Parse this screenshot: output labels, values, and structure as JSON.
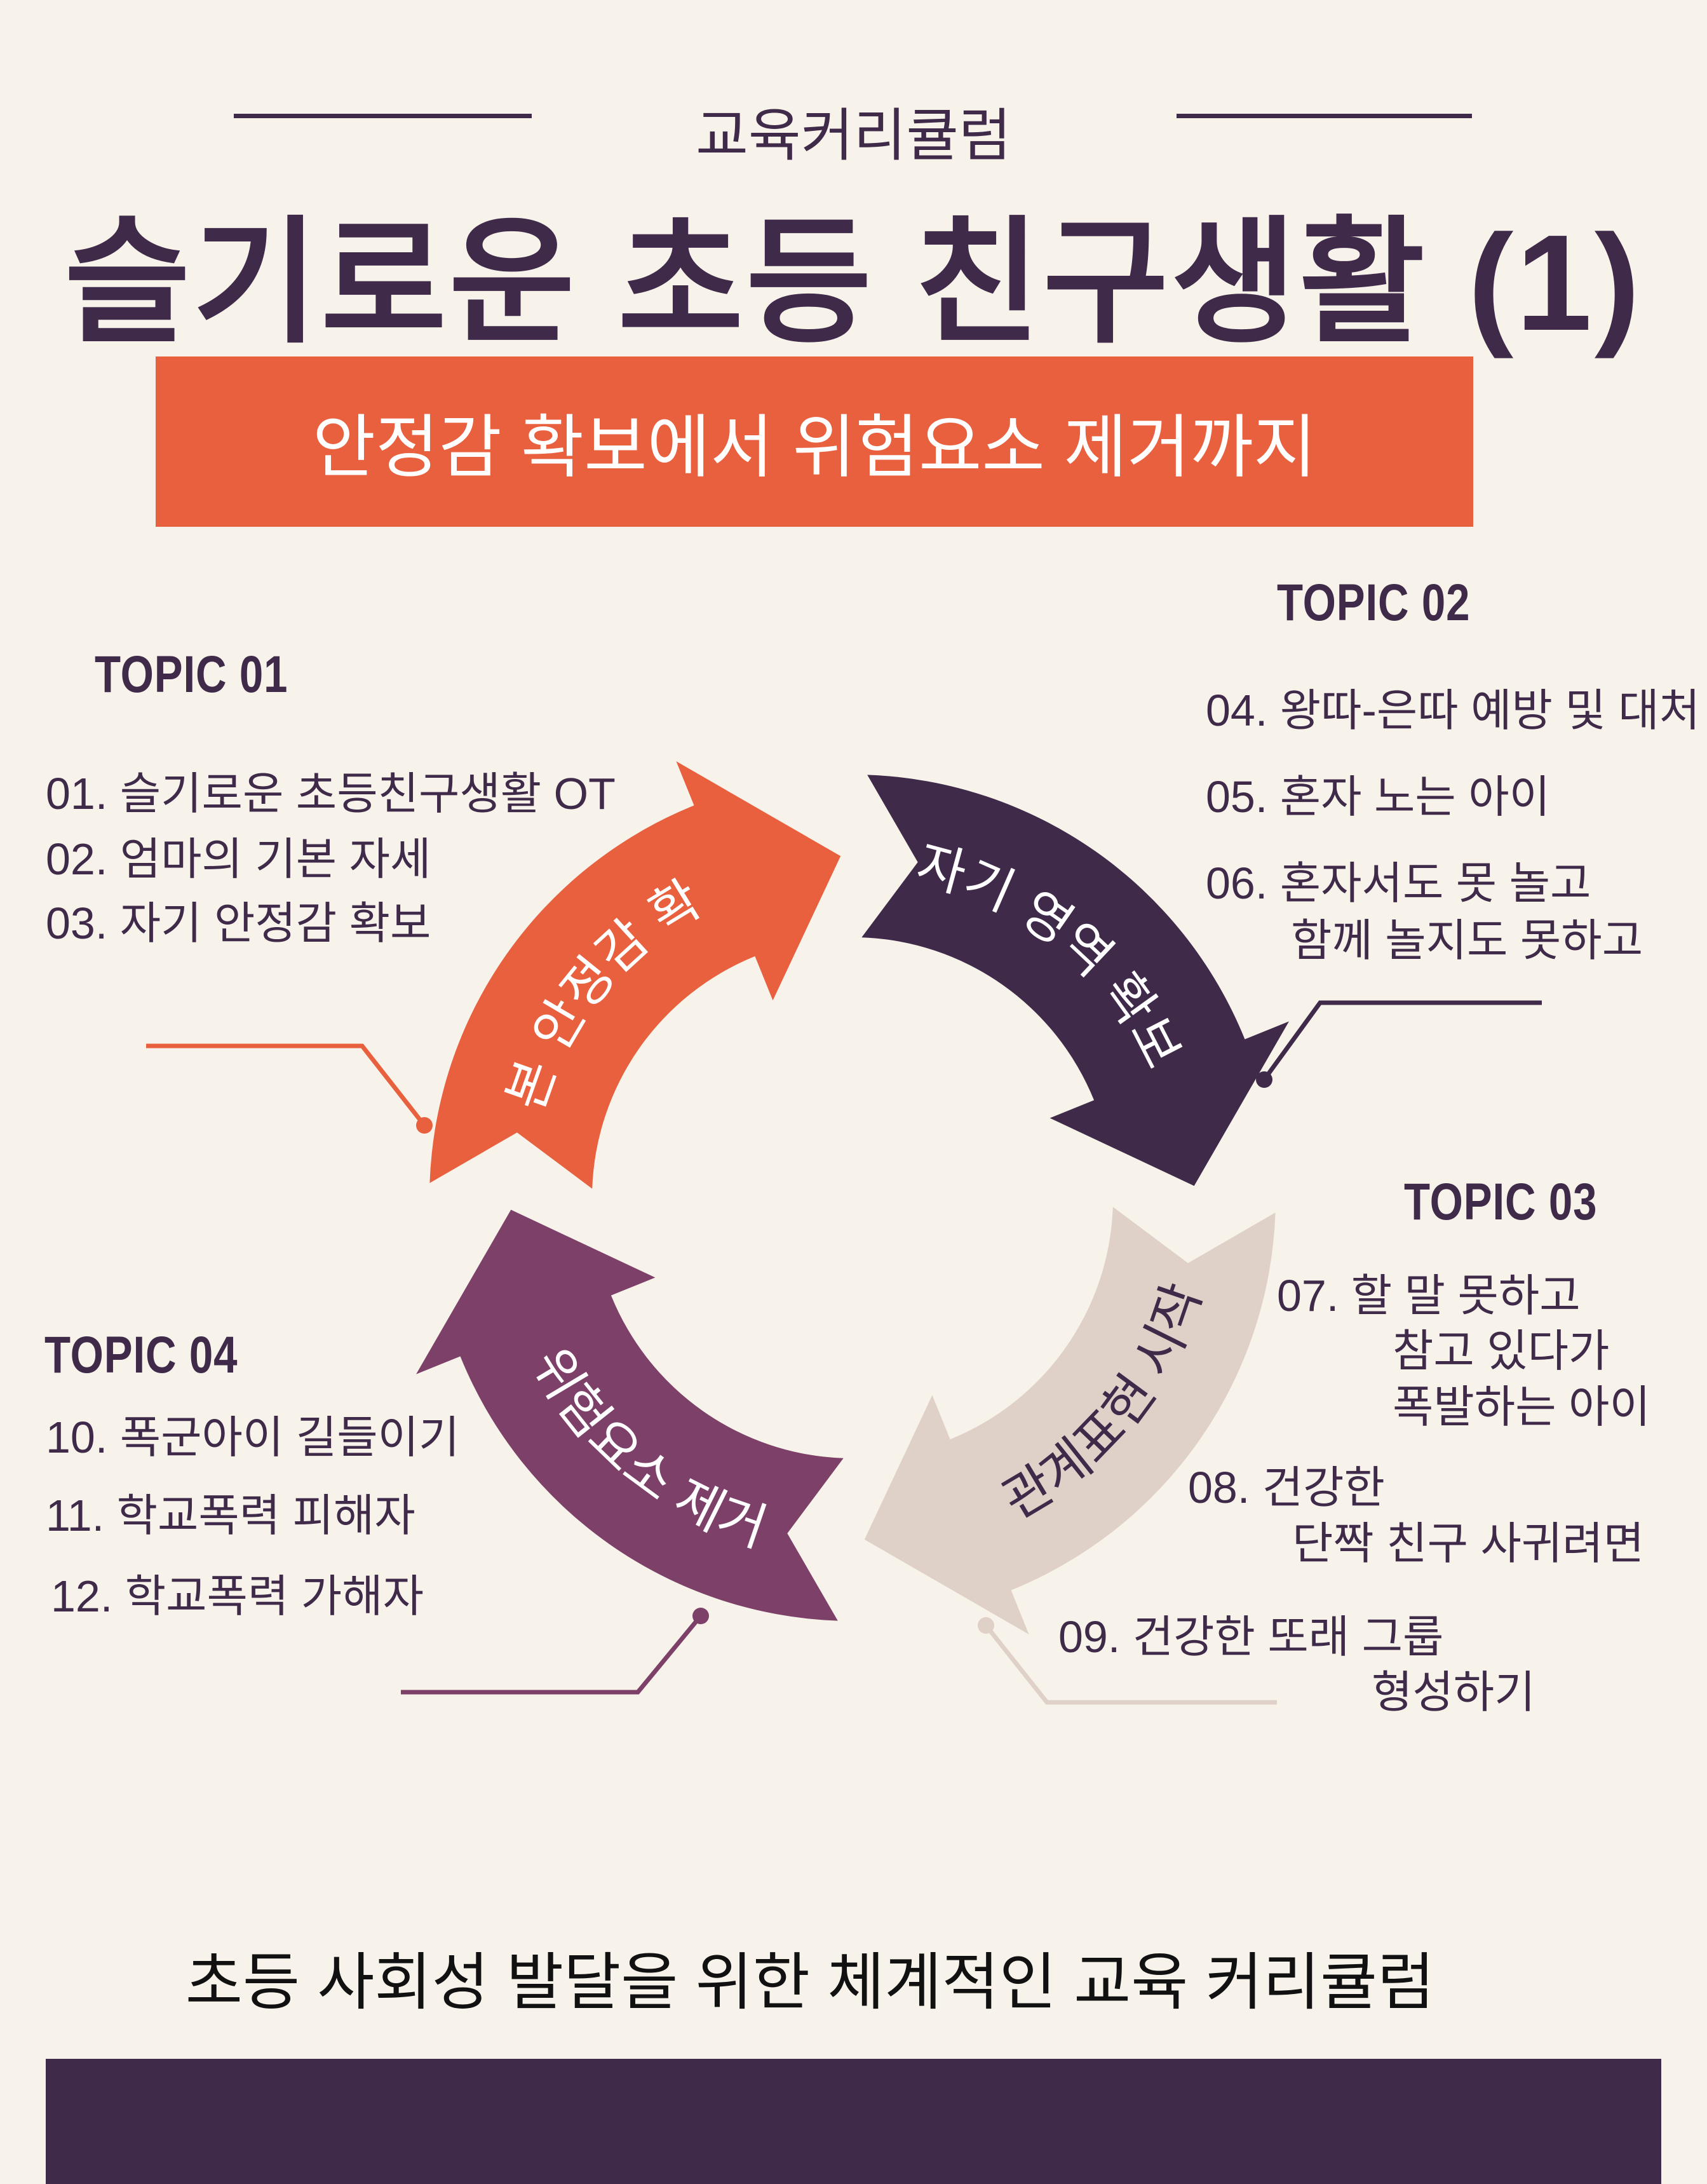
{
  "header": {
    "kicker": "교육커리큘럼",
    "title": "슬기로운 초등 친구생활 (1)",
    "banner": "안정감 확보에서 위험요소 제거까지"
  },
  "cycle": [
    {
      "label": "기본 안정감 확보",
      "color": "#e8603e",
      "text_color": "#ffffff"
    },
    {
      "label": "자기 영역 확보",
      "color": "#3f2a4a",
      "text_color": "#ffffff"
    },
    {
      "label": "관계표현 시작",
      "color": "#dfd0c8",
      "text_color": "#3f2a4a"
    },
    {
      "label": "위험요소 제거",
      "color": "#7d4069",
      "text_color": "#ffffff"
    }
  ],
  "topics": [
    {
      "title": "TOPIC 01",
      "items": [
        "01. 슬기로운 초등친구생활 OT",
        "02. 엄마의 기본 자세",
        "03. 자기 안정감 확보"
      ]
    },
    {
      "title": "TOPIC 02",
      "items": [
        "04. 왕따-은따 예방 및 대처",
        "05. 혼자 노는 아이",
        "06. 혼자서도 못 놀고",
        "함께 놀지도 못하고"
      ]
    },
    {
      "title": "TOPIC 03",
      "items": [
        "07. 할 말 못하고",
        "참고 있다가",
        "폭발하는 아이",
        "08. 건강한",
        "단짝 친구 사귀려면",
        "09. 건강한 또래 그룹",
        "형성하기"
      ]
    },
    {
      "title": "TOPIC 04",
      "items": [
        "10. 폭군아이 길들이기",
        "11. 학교폭력 피해자",
        "12. 학교폭력 가해자"
      ]
    }
  ],
  "footer": {
    "text": "초등 사회성 발달을 위한 체계적인 교육 커리큘럼"
  },
  "colors": {
    "background": "#f7f3ea",
    "primary": "#3f2a4a",
    "accent": "#e8603e"
  }
}
